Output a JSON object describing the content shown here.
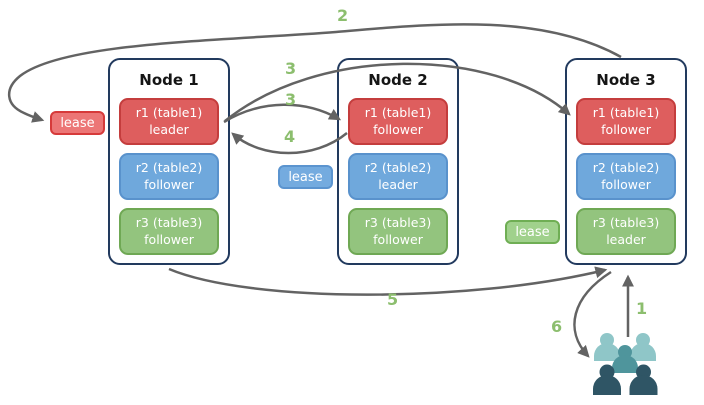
{
  "nodes": [
    {
      "title": "Node 1",
      "replicas": [
        {
          "name": "r1 (table1)",
          "role": "leader"
        },
        {
          "name": "r2 (table2)",
          "role": "follower"
        },
        {
          "name": "r3 (table3)",
          "role": "follower"
        }
      ]
    },
    {
      "title": "Node 2",
      "replicas": [
        {
          "name": "r1 (table1)",
          "role": "follower"
        },
        {
          "name": "r2 (table2)",
          "role": "leader"
        },
        {
          "name": "r3 (table3)",
          "role": "follower"
        }
      ]
    },
    {
      "title": "Node 3",
      "replicas": [
        {
          "name": "r1 (table1)",
          "role": "follower"
        },
        {
          "name": "r2 (table2)",
          "role": "follower"
        },
        {
          "name": "r3 (table3)",
          "role": "leader"
        }
      ]
    }
  ],
  "leases": [
    {
      "label": "lease",
      "table": "table1"
    },
    {
      "label": "lease",
      "table": "table2"
    },
    {
      "label": "lease",
      "table": "table3"
    }
  ],
  "steps": {
    "step1": "1",
    "step2": "2",
    "step3a": "3",
    "step3b": "3",
    "step4": "4",
    "step5": "5",
    "step6": "6"
  },
  "icons": {
    "users": "group-of-users"
  },
  "colors": {
    "table1_red_fill": "#de5e5e",
    "table1_red_border": "#c43d3d",
    "table2_blue_fill": "#6fa8dc",
    "table2_blue_border": "#5992cc",
    "table3_green_fill": "#93c47e",
    "table3_green_border": "#6fa854",
    "node_border_navy": "#223a5e",
    "arrow_gray": "#636363",
    "step_label_green": "#8cbe6e",
    "users_light_teal": "#8fc6c8",
    "users_medium_teal": "#4f959c",
    "users_dark_slate": "#2f5565"
  }
}
